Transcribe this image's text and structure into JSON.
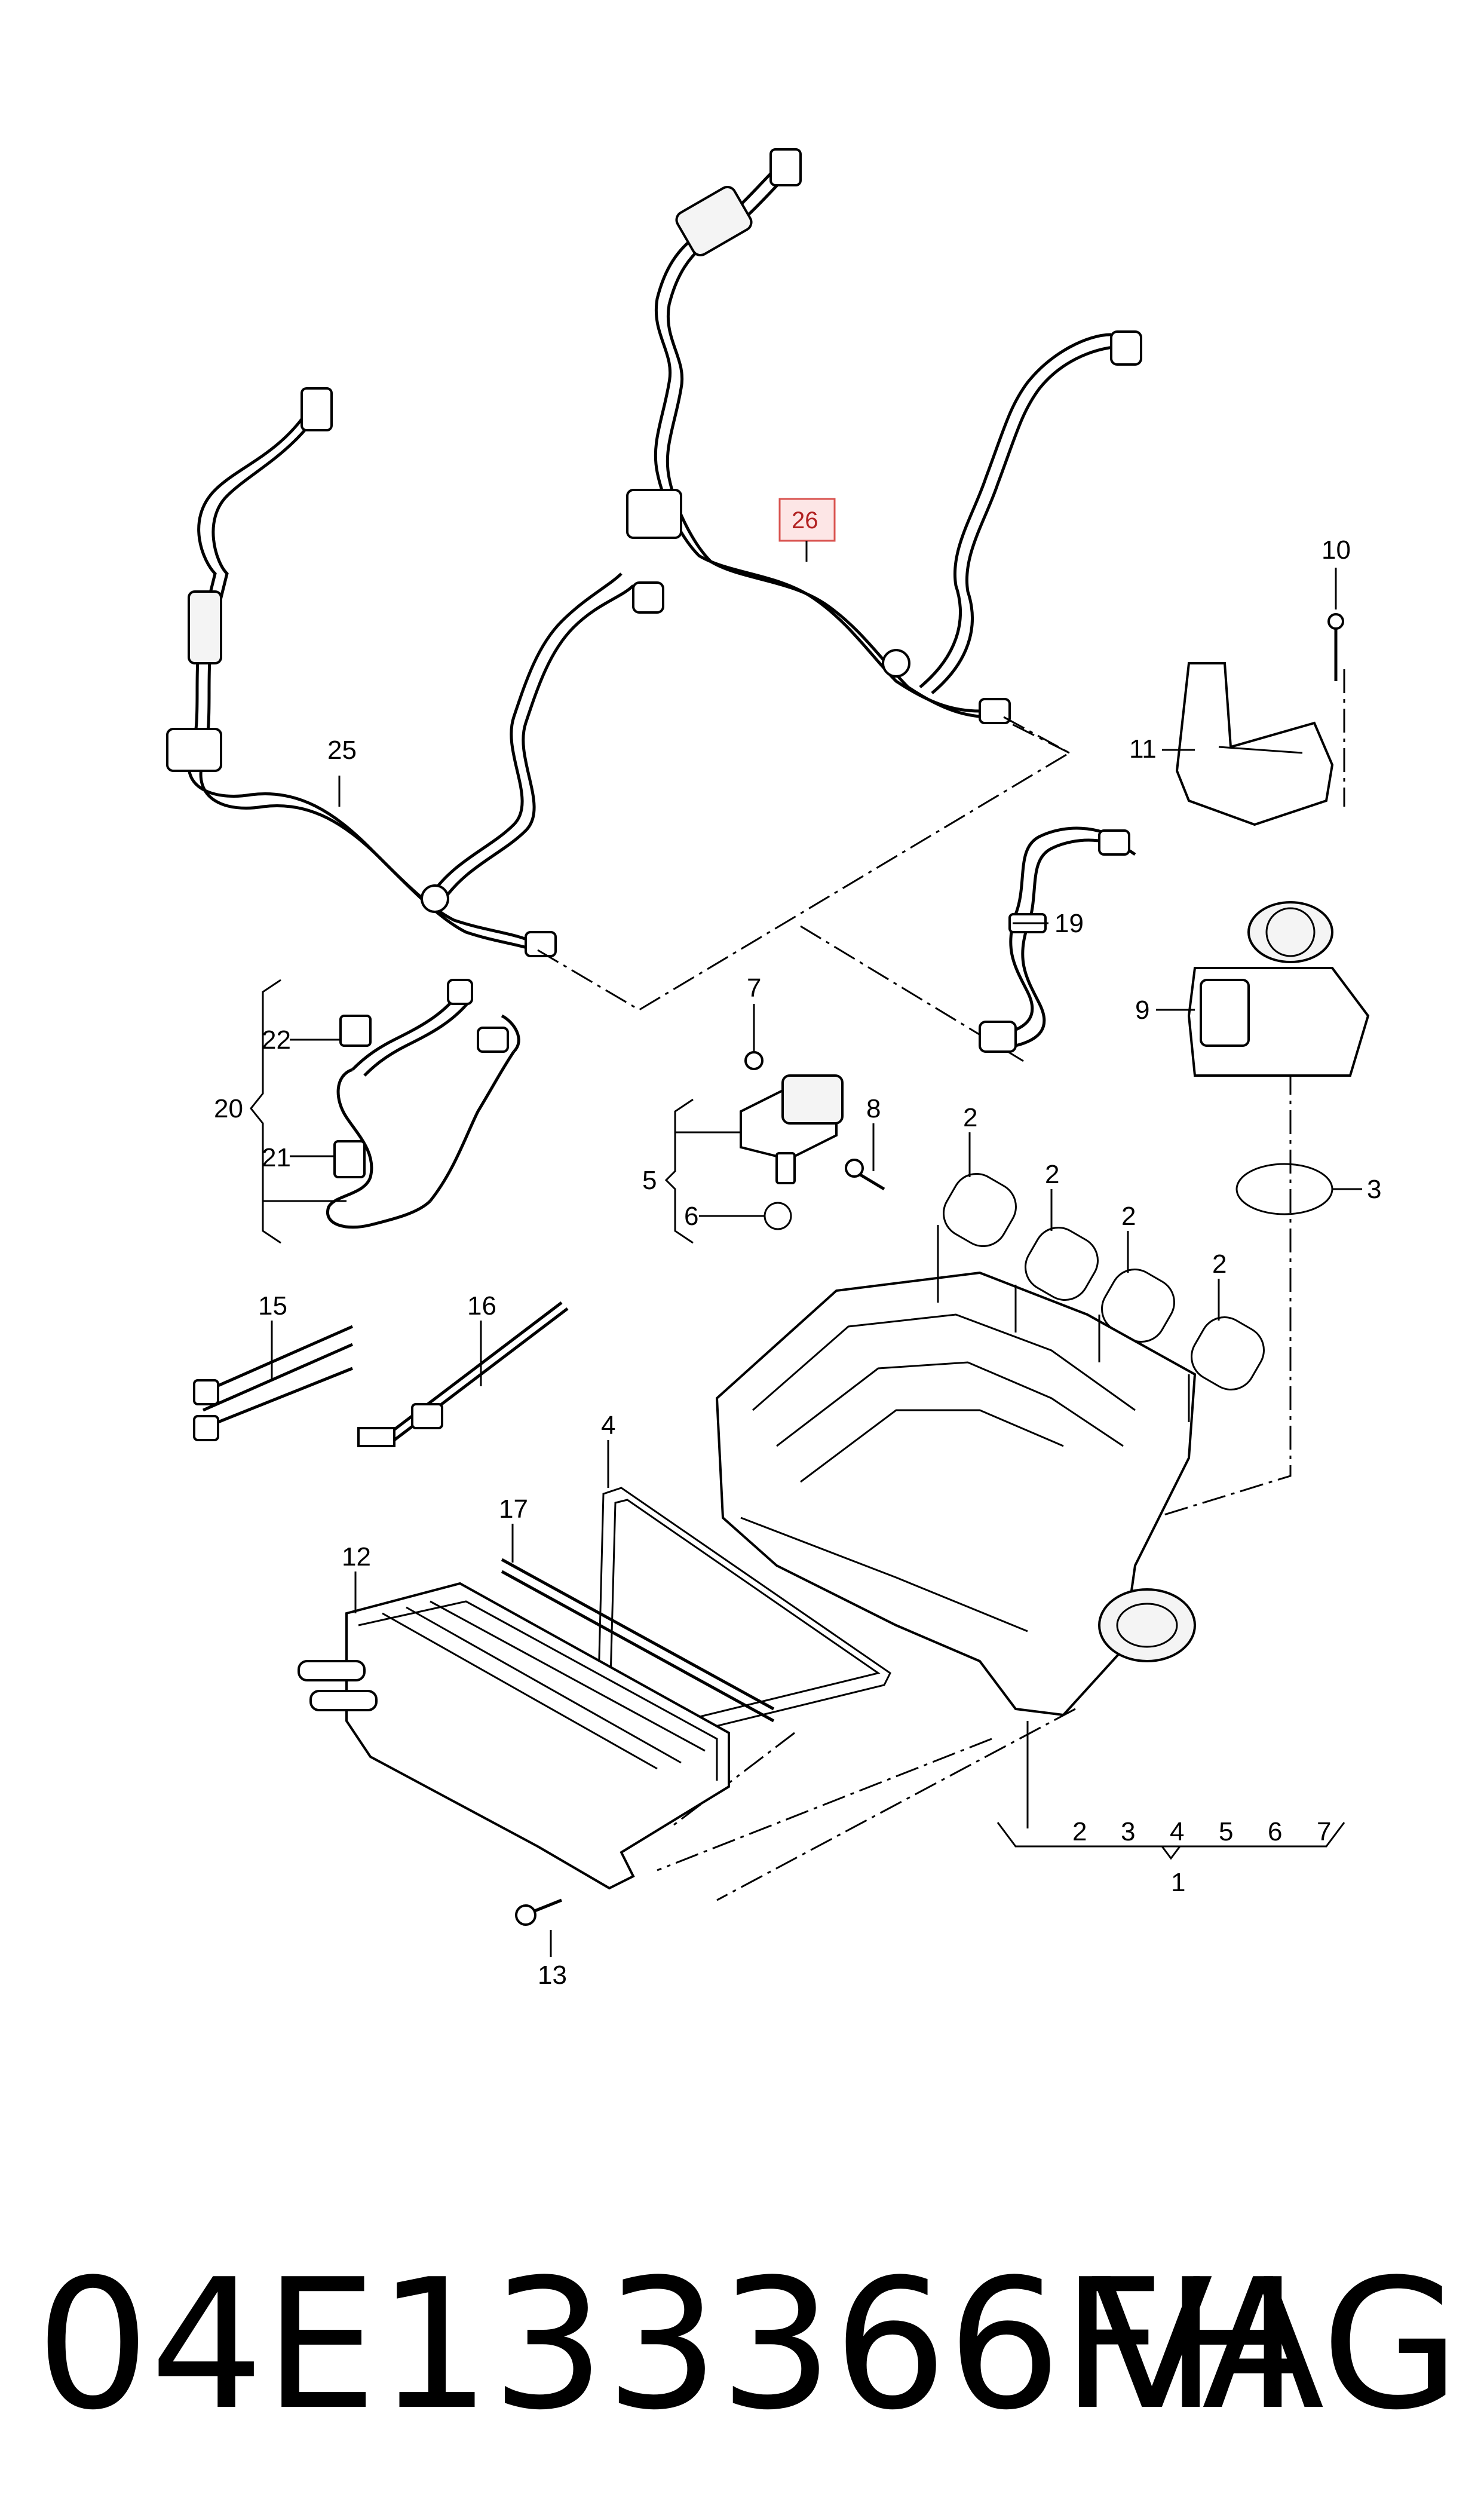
{
  "diagram": {
    "labels": [
      "26",
      "25",
      "10",
      "11",
      "19",
      "9",
      "3",
      "7",
      "8",
      "22",
      "20",
      "21",
      "5",
      "6",
      "2",
      "2",
      "2",
      "2",
      "15",
      "16",
      "4",
      "17",
      "12",
      "13",
      "2",
      "3",
      "4",
      "5",
      "6",
      "7",
      "1"
    ],
    "highlighted_label": "26"
  },
  "caption": {
    "part_number": "04E133366FH",
    "brand": "VAG"
  },
  "colors": {
    "highlight_border": "#d9534f",
    "highlight_fill": "#fde6e6",
    "line": "#000000"
  }
}
